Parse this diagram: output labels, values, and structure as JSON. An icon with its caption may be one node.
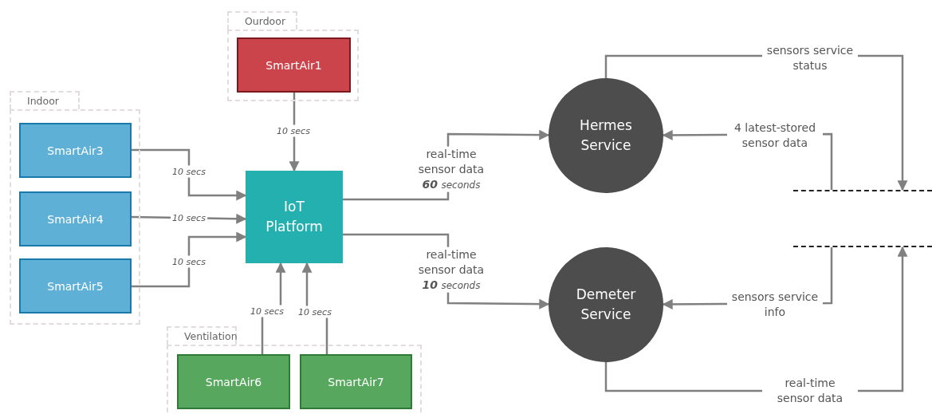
{
  "diagram": {
    "nodes": [
      {
        "text": [
          "Ourdoor"
        ]
      },
      {
        "text": [
          "SmartAir1"
        ],
        "in": 0
      },
      {
        "text": [
          "Indoor"
        ]
      },
      {
        "text": [
          "SmartAir3"
        ],
        "in": 2
      },
      {
        "text": [
          "SmartAir4"
        ],
        "in": 2
      },
      {
        "text": [
          "SmartAir5"
        ],
        "in": 2
      },
      {
        "text": [
          "IoT Platform"
        ]
      },
      {
        "text": [
          "Ventilation"
        ]
      },
      {
        "text": [
          "SmartAir6"
        ],
        "in": 7
      },
      {
        "text": [
          "SmartAir7"
        ],
        "in": 7
      },
      {
        "text": [
          "Hermes Service"
        ]
      },
      {
        "text": [
          "Demeter Service"
        ]
      },
      {
        "text": [],
        "shape": "datastore"
      }
    ],
    "edges": [
      {
        "from": 1,
        "to": 6,
        "arrow": "to",
        "label": "10 secs"
      },
      {
        "from": 3,
        "to": 6,
        "arrow": "to",
        "label": "10 secs"
      },
      {
        "from": 4,
        "to": 6,
        "arrow": "to",
        "label": "10 secs"
      },
      {
        "from": 5,
        "to": 6,
        "arrow": "to",
        "label": "10 secs"
      },
      {
        "from": 8,
        "to": 6,
        "arrow": "to",
        "label": "10 secs"
      },
      {
        "from": 9,
        "to": 6,
        "arrow": "to",
        "label": "10 secs"
      },
      {
        "from": 6,
        "to": 10,
        "arrow": "to",
        "label": "real-time sensor data **60** *seconds*"
      },
      {
        "from": 6,
        "to": 11,
        "arrow": "to",
        "label": "real-time sensor data **10** *seconds*"
      },
      {
        "from": 10,
        "to": 12,
        "arrow": "to",
        "label": "sensors service status"
      },
      {
        "from": 12,
        "to": 10,
        "arrow": "to",
        "label": "4 latest-stored sensor data"
      },
      {
        "from": 12,
        "to": 11,
        "arrow": "to",
        "label": "sensors service info"
      },
      {
        "from": 11,
        "to": 12,
        "arrow": "to",
        "label": "real-time sensor data"
      }
    ]
  }
}
